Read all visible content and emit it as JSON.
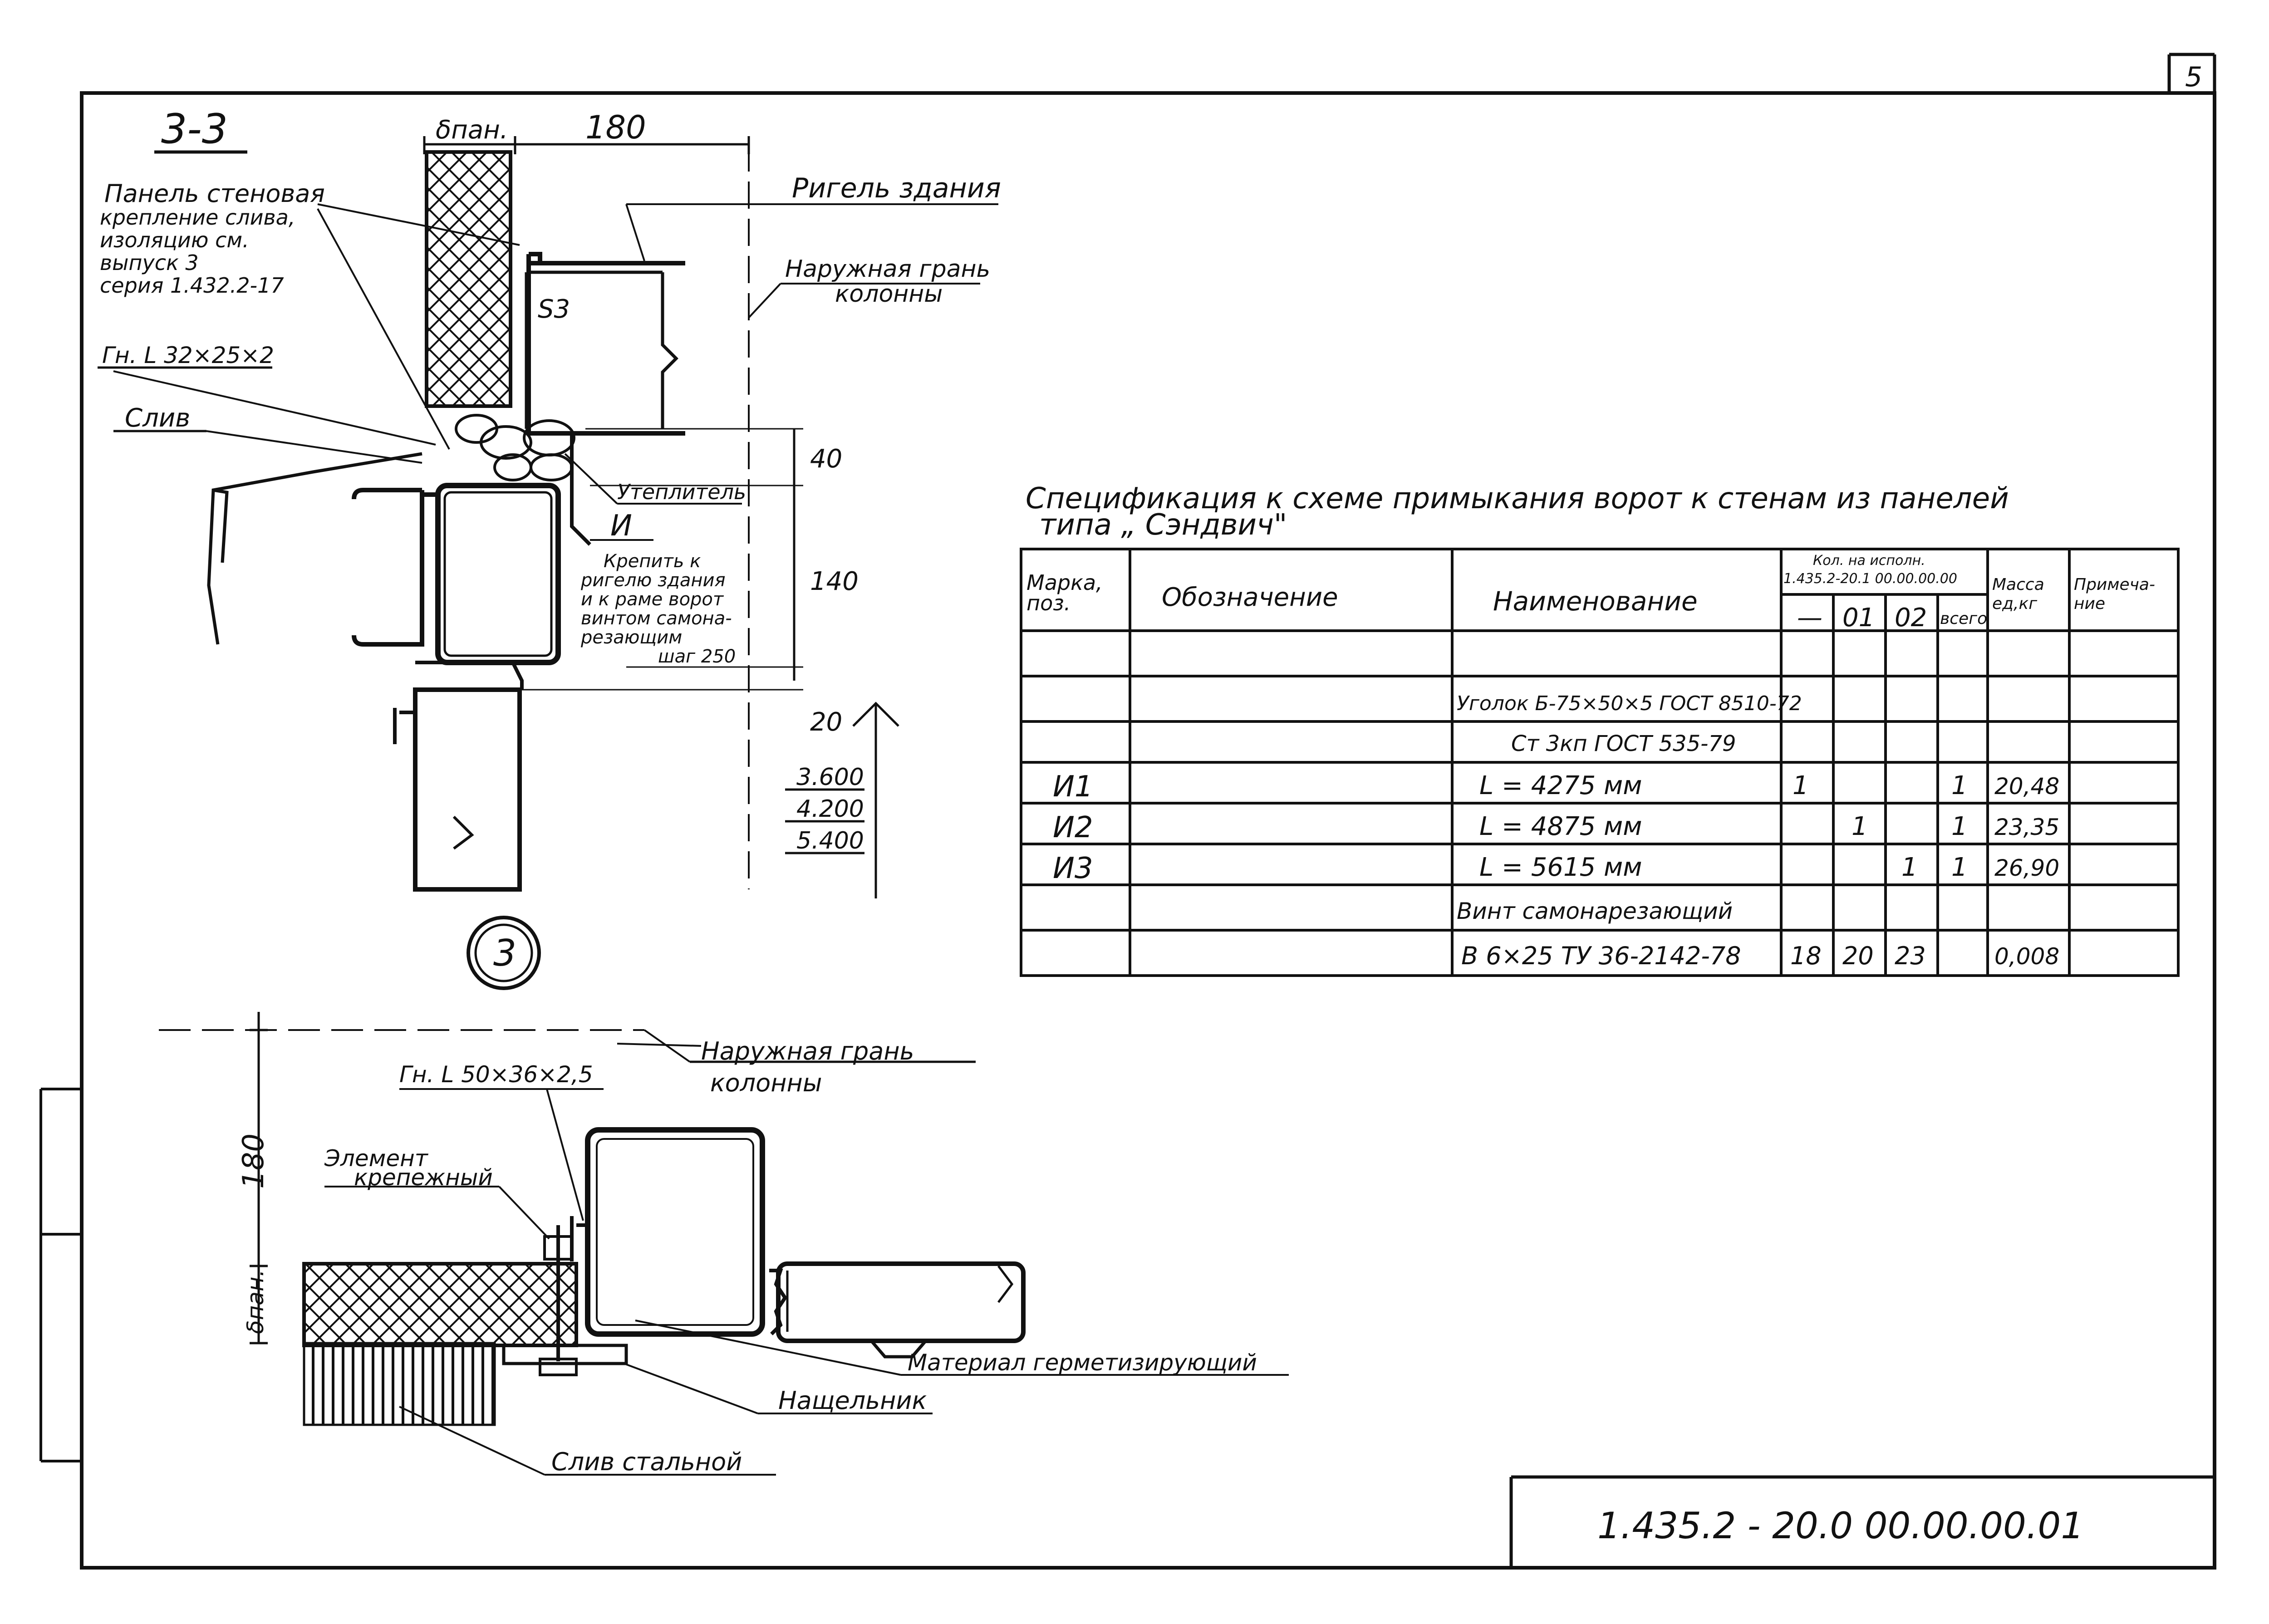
{
  "sheet": {
    "page_number": "5",
    "doc_code": "1.435.2 - 20.0   00.00.00.01"
  },
  "section": {
    "title": "3-3",
    "dim_panel": "δпан.",
    "dim_180": "180",
    "dim_s3": "S3",
    "dim_40": "40",
    "dim_140": "140",
    "dim_20": "20",
    "elevations": [
      "3.600",
      "4.200",
      "5.400"
    ],
    "label_panel": [
      "Панель стеновая",
      "крепление слива,",
      "изоляцию см.",
      "выпуск 3",
      "серия 1.432.2-17"
    ],
    "label_angle": "Гн. L 32×25×2",
    "label_drip": "Слив",
    "label_beam": "Ригель здания",
    "label_column_face": [
      "Наружная грань",
      "колонны"
    ],
    "label_insulation": "Утеплитель",
    "label_item": "И",
    "label_fix": [
      "Крепить к",
      "ригелю здания",
      "и к раме ворот",
      "винтом самона-",
      "резающим",
      "шаг 250"
    ]
  },
  "node": {
    "marker": "3",
    "dim_180": "180",
    "dim_panel": "δпан.",
    "label_column_face": [
      "Наружная грань",
      "колонны"
    ],
    "label_angle": "Гн. L 50×36×2,5",
    "label_fastener": [
      "Элемент",
      "крепежный"
    ],
    "label_sealant": "Материал герметизирующий",
    "label_cover": "Нащельник",
    "label_drip": "Слив стальной"
  },
  "spec": {
    "title_line1": "Спецификация к схеме примыкания ворот к стенам из панелей",
    "title_line2": "типа „ Сэндвич\"",
    "headers": {
      "mark": [
        "Марка,",
        "поз."
      ],
      "designation": "Обозначение",
      "name": "Наименование",
      "qty_group": [
        "Кол. на исполн.",
        "1.435.2-20.1 00.00.00.00"
      ],
      "qty_cols": [
        "—",
        "01",
        "02",
        "всего"
      ],
      "mass": [
        "Масса",
        "ед,кг"
      ],
      "note": [
        "Примеча-",
        "ние"
      ]
    },
    "rows": [
      {
        "mark": "",
        "name": "",
        "q0": "",
        "q1": "",
        "q2": "",
        "total": "",
        "mass": ""
      },
      {
        "mark": "",
        "name": "Уголок Б-75×50×5 ГОСТ 8510-72",
        "q0": "",
        "q1": "",
        "q2": "",
        "total": "",
        "mass": ""
      },
      {
        "mark": "",
        "name": "Ст 3кп  ГОСТ 535-79",
        "q0": "",
        "q1": "",
        "q2": "",
        "total": "",
        "mass": ""
      },
      {
        "mark": "И1",
        "name": "L = 4275 мм",
        "q0": "1",
        "q1": "",
        "q2": "",
        "total": "1",
        "mass": "20,48"
      },
      {
        "mark": "И2",
        "name": "L = 4875 мм",
        "q0": "",
        "q1": "1",
        "q2": "",
        "total": "1",
        "mass": "23,35"
      },
      {
        "mark": "И3",
        "name": "L = 5615 мм",
        "q0": "",
        "q1": "",
        "q2": "1",
        "total": "1",
        "mass": "26,90"
      },
      {
        "mark": "",
        "name": "Винт самонарезающий",
        "q0": "",
        "q1": "",
        "q2": "",
        "total": "",
        "mass": ""
      },
      {
        "mark": "",
        "name": "В 6×25  ТУ 36-2142-78",
        "q0": "18",
        "q1": "20",
        "q2": "23",
        "total": "",
        "mass": "0,008"
      }
    ]
  }
}
